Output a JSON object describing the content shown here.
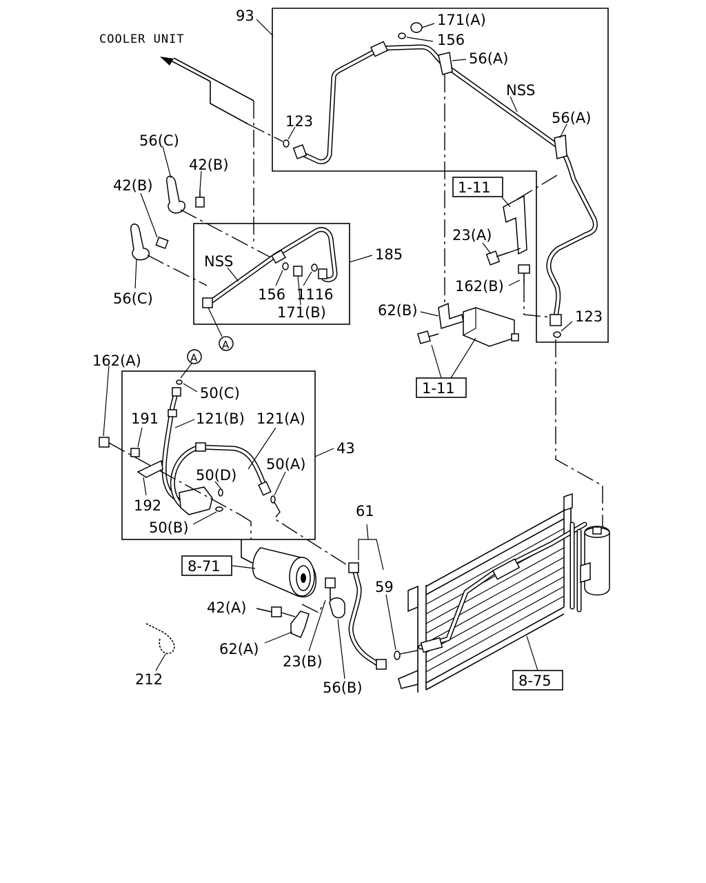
{
  "labels": {
    "cooler_unit": "COOLER UNIT",
    "p93": "93",
    "p171a": "171(A)",
    "p156_top": "156",
    "p56a_top": "56(A)",
    "nss_top": "NSS",
    "p56a_right": "56(A)",
    "p123_top": "123",
    "p56c_top": "56(C)",
    "p42b_top": "42(B)",
    "p42b_left": "42(B)",
    "ref_1_11_top": "1-11",
    "p23a": "23(A)",
    "p185": "185",
    "nss_mid": "NSS",
    "p156_mid": "156",
    "p1116": "1116",
    "p171b": "171(B)",
    "p56c_low": "56(C)",
    "p162b": "162(B)",
    "p123_right": "123",
    "p62b": "62(B)",
    "ref_1_11_mid": "1-11",
    "circle_a_low": "A",
    "circle_a_top": "A",
    "p162a": "162(A)",
    "p50c": "50(C)",
    "p191": "191",
    "p121b": "121(B)",
    "p121a": "121(A)",
    "p43": "43",
    "p50d": "50(D)",
    "p50a": "50(A)",
    "p192": "192",
    "p50b": "50(B)",
    "p61": "61",
    "ref_8_71": "8-71",
    "p59": "59",
    "p42a": "42(A)",
    "p62a": "62(A)",
    "p23b": "23(B)",
    "p56b": "56(B)",
    "p212": "212",
    "ref_8_75": "8-75"
  }
}
